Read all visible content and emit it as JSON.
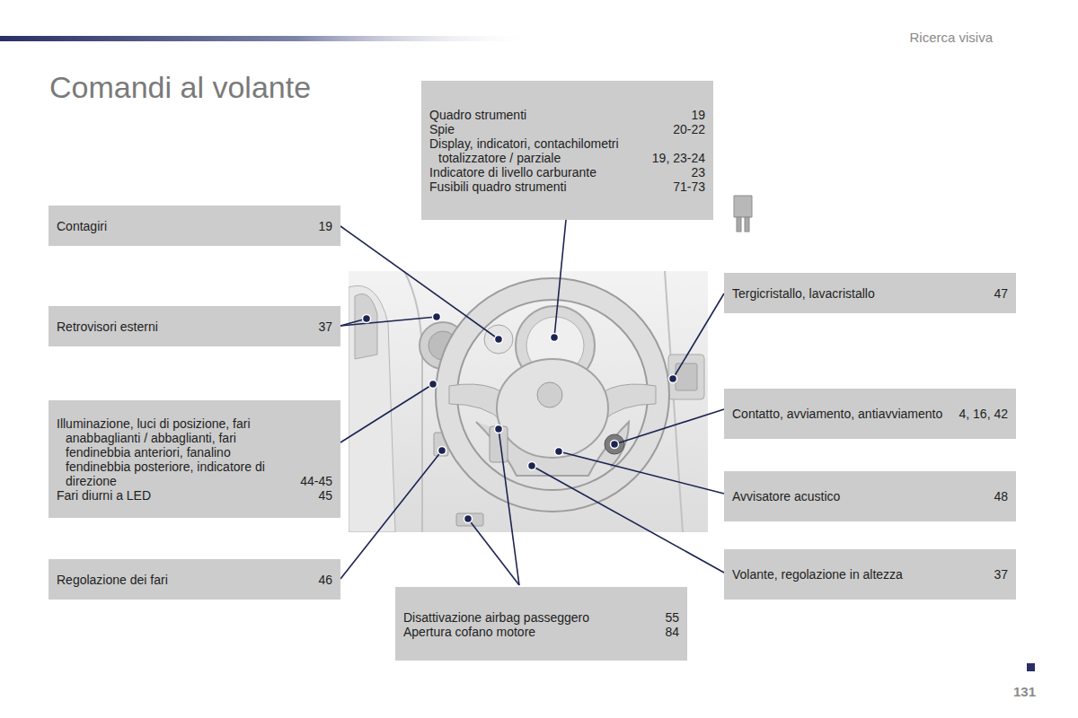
{
  "diagram": {
    "title": "Comandi al volante",
    "nodes": [
      {
        "text": [
          "Quadro strumenti",
          "19",
          "Spie",
          "20-22",
          "Display, indicatori, contachilometri totalizzatore / parziale",
          "19, 23-24",
          "Indicatore di livello carburante",
          "23",
          "Fusibili quadro strumenti",
          "71-73"
        ]
      },
      {
        "text": [
          "Contagiri",
          "19"
        ]
      },
      {
        "text": [
          "Retrovisori esterni",
          "37"
        ]
      },
      {
        "text": [
          "Illuminazione, luci di posizione, fari anabbaglianti / abbaglianti, fari fendinebbia anteriori, fanalino fendinebbia posteriore, indicatore di direzione",
          "44-45",
          "Fari diurni a LED",
          "45"
        ]
      },
      {
        "text": [
          "Regolazione dei fari",
          "46"
        ]
      },
      {
        "text": [
          "Tergicristallo, lavacristallo",
          "47"
        ]
      },
      {
        "text": [
          "Contatto, avviamento, antiavviamento",
          "4, 16, 42"
        ]
      },
      {
        "text": [
          "Avvisatore acustico",
          "48"
        ]
      },
      {
        "text": [
          "Volante, regolazione in altezza",
          "37"
        ]
      },
      {
        "text": [
          "Disattivazione airbag passeggero",
          "55",
          "Apertura cofano motore",
          "84"
        ]
      }
    ],
    "labels": [
      "Ricerca visiva",
      "131"
    ]
  }
}
